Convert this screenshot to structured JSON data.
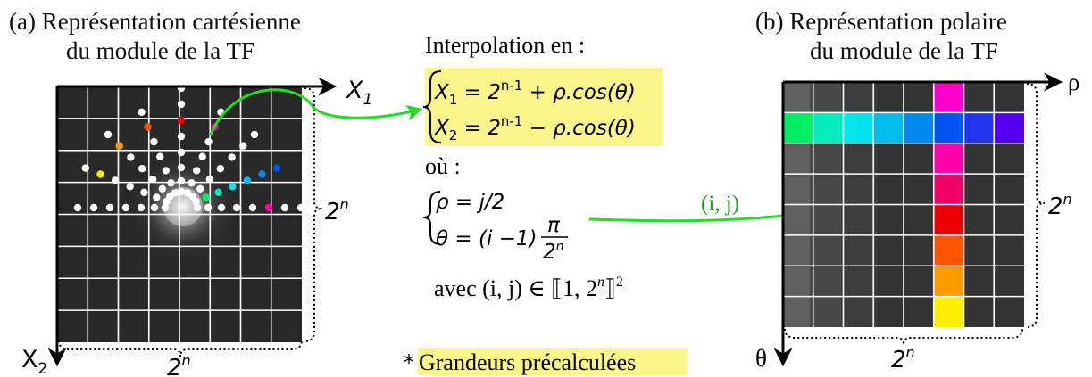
{
  "left_panel": {
    "title_line1": "(a) Représentation cartésienne",
    "title_line2": "du module de la TF",
    "x_axis_label": "X",
    "x_axis_sub": "1",
    "y_axis_label": "X",
    "y_axis_sub": "2",
    "side_size_label": "2",
    "bottom_size_label": "2",
    "size_exponent": "n"
  },
  "center": {
    "interp_heading": "Interpolation en :",
    "eq1_lhs": "X",
    "eq1_sub": "1",
    "eq1_a": " = 2",
    "eq1_exp": "n-1",
    "eq1_b": " + ρ.cos(θ)",
    "eq2_lhs": "X",
    "eq2_sub": "2",
    "eq2_a": " = 2",
    "eq2_exp": "n-1",
    "eq2_b": " − ρ.cos(θ)",
    "where": "où :",
    "rho_eq": "ρ = j/2",
    "theta_eq_a": "θ = (i −1)",
    "theta_frac_num": "π",
    "theta_frac_den": "2",
    "theta_frac_exp": "n",
    "avec_a": "avec (i, j) ∈ ⟦1, 2",
    "avec_exp": "n",
    "avec_b": "⟧",
    "avec_sq": "2",
    "footnote_star": "*",
    "footnote_text": "Grandeurs précalculées",
    "ij_label": "(i, j)"
  },
  "right_panel": {
    "title_line1": "(b) Représentation polaire",
    "title_line2": "du module de la TF",
    "rho_label": "ρ",
    "theta_label": "θ",
    "side_size_label": "2",
    "bottom_size_label": "2",
    "size_exponent": "n"
  },
  "colors": {
    "highlight": "#fbf58a",
    "arrow_green": "#22dd22",
    "label_green": "#1aa01a",
    "grid_line": "#ffffff",
    "ray_colors": [
      "#ffee00",
      "#ff9900",
      "#ff5500",
      "#ee0000",
      "#ee0044",
      "#ff00aa"
    ],
    "row_colors": [
      "#00ee66",
      "#00eebb",
      "#00e5ee",
      "#00bbee",
      "#0088ee",
      "#0055ee",
      "#2233ee",
      "#5500ee"
    ]
  }
}
